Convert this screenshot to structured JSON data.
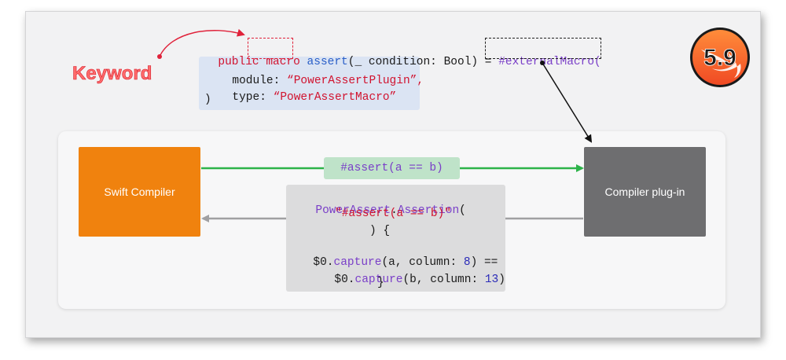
{
  "annotation": {
    "keyword_label": "Keyword"
  },
  "signature": {
    "line1": {
      "public": "public",
      "macro": "macro",
      "assert": "assert",
      "params": "(_ condition: Bool) =",
      "external": "#externalMacro("
    },
    "line2": {
      "label": "module:",
      "value": "“PowerAssertPlugin”,"
    },
    "line3": {
      "label": "type:",
      "value": "“PowerAssertMacro”"
    },
    "line4": ")"
  },
  "diagram": {
    "swift_compiler": "Swift Compiler",
    "compiler_plugin": "Compiler plug-in",
    "request_code": "#assert(a == b)",
    "response": {
      "l1_type": "PowerAssert",
      "l1_dot": ".",
      "l1_method": "Assertion",
      "l1_paren": "(",
      "l2": "\"#assert(a == b)\"",
      "l3": ") {",
      "l4_pre": "$0.",
      "l4_call": "capture",
      "l4_args": "(a, column: ",
      "l4_num": "8",
      "l4_post": ") ==",
      "l5_pre": "$0.",
      "l5_call": "capture",
      "l5_args": "(b, column: ",
      "l5_num": "13",
      "l5_post": ")",
      "l6": "}"
    }
  },
  "badge": {
    "version": "5.9"
  },
  "colors": {
    "orange": "#f0820e",
    "plugin_gray": "#6e6e70",
    "arrow_green": "#2db34a",
    "arrow_gray": "#a0a0a2",
    "keyword_red": "#e0223a"
  }
}
